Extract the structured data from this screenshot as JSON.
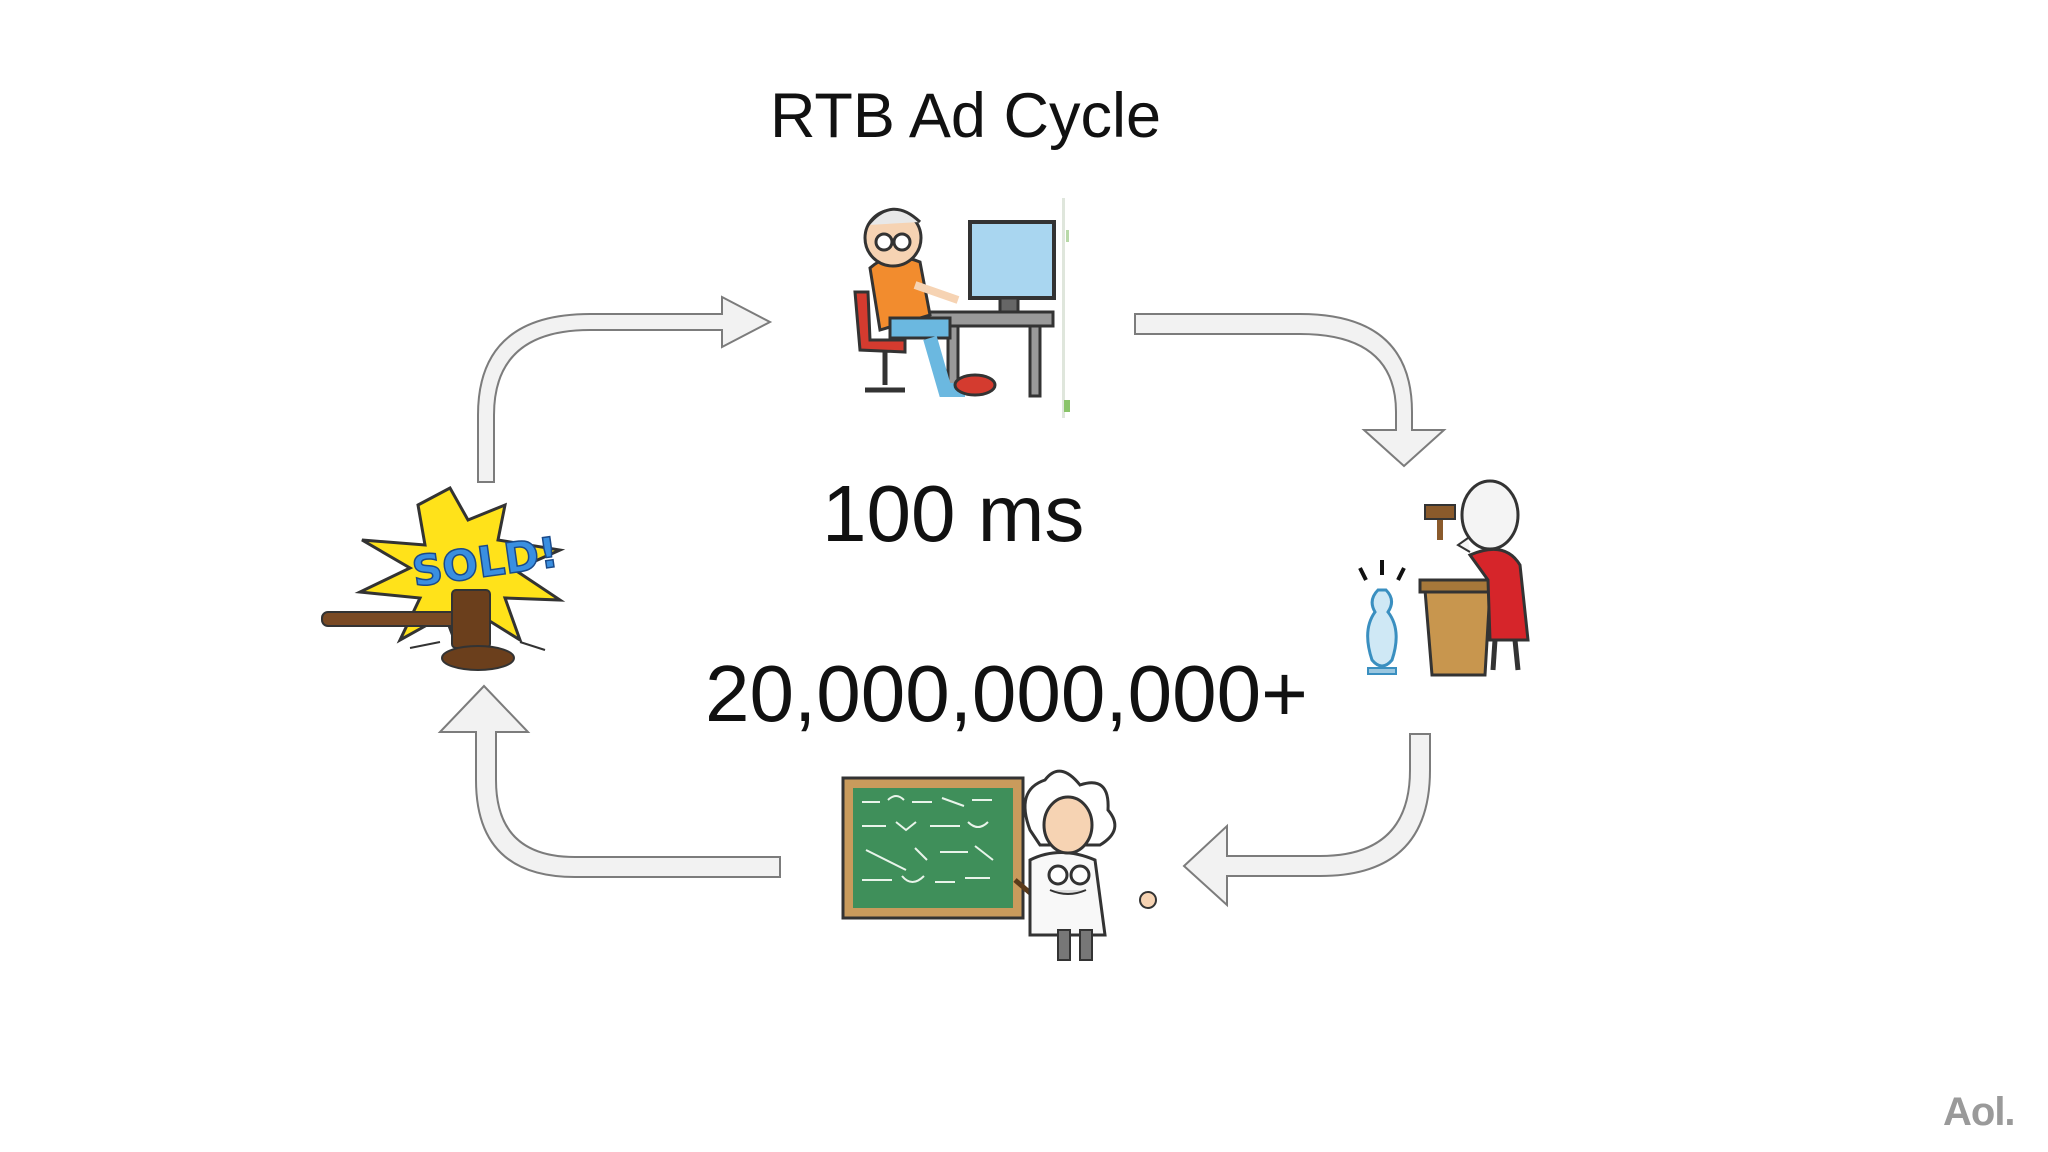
{
  "title": "RTB Ad Cycle",
  "latency_label": "100 ms",
  "volume_label": "20,000,000,000+",
  "sold_text": "SOLD!",
  "brand": "Aol.",
  "illustrations": [
    {
      "name": "user-at-computer",
      "icon": "person-computer-icon"
    },
    {
      "name": "auctioneer",
      "icon": "auctioneer-icon"
    },
    {
      "name": "scientist-chalkboard",
      "icon": "scientist-icon"
    },
    {
      "name": "sold-gavel",
      "icon": "gavel-icon"
    }
  ],
  "colors": {
    "arrow_fill": "#f2f2f2",
    "arrow_stroke": "#7c7c7c",
    "text": "#111111",
    "brand": "#9a9a9a"
  }
}
